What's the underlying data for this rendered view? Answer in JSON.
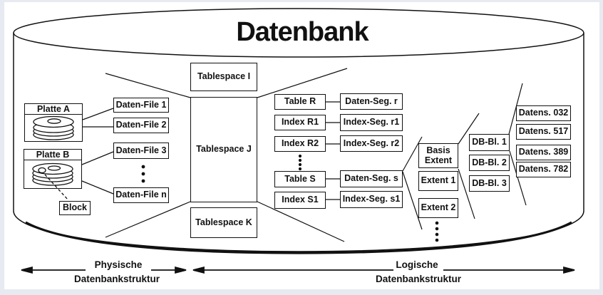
{
  "title": "Datenbank",
  "physical": {
    "disks": [
      {
        "label": "Platte A",
        "icon": "disk-stack-icon"
      },
      {
        "label": "Platte B",
        "icon": "disk-stack-icon"
      }
    ],
    "block_label": "Block",
    "files": [
      "Daten-File 1",
      "Daten-File 2",
      "Daten-File 3",
      "Daten-File n"
    ]
  },
  "tablespaces": [
    "Tablespace I",
    "Tablespace J",
    "Tablespace K"
  ],
  "tables": [
    "Table R",
    "Index R1",
    "Index R2",
    "Table S",
    "Index S1"
  ],
  "segments": [
    "Daten-Seg. r",
    "Index-Seg. r1",
    "Index-Seg. r2",
    "Daten-Seg. s",
    "Index-Seg. s1"
  ],
  "extents": {
    "basis": "Basis Extent",
    "items": [
      "Extent 1",
      "Extent 2"
    ]
  },
  "db_blocks": [
    "DB-Bl. 1",
    "DB-Bl. 2",
    "DB-Bl. 3"
  ],
  "records": [
    "Datens. 032",
    "Datens. 517",
    "Datens. 389",
    "Datens. 782"
  ],
  "legend": {
    "physical": {
      "line1": "Physische",
      "line2": "Datenbankstruktur"
    },
    "logical": {
      "line1": "Logische",
      "line2": "Datenbankstruktur"
    }
  },
  "colors": {
    "stroke": "#111111",
    "panel": "#ffffff",
    "page_margin": "#e7eaf1"
  }
}
